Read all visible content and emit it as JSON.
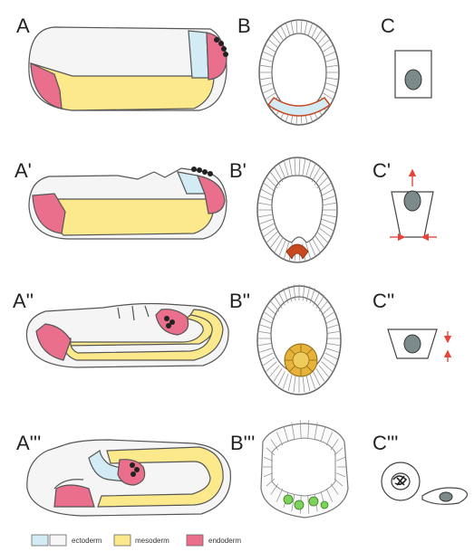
{
  "panel_labels": {
    "A": "A",
    "A1": "A'",
    "A2": "A''",
    "A3": "A'''",
    "B": "B",
    "B1": "B'",
    "B2": "B''",
    "B3": "B'''",
    "C": "C",
    "C1": "C'",
    "C2": "C''",
    "C3": "C'''"
  },
  "legend": {
    "ectoderm": "ectoderm",
    "mesoderm": "mesoderm",
    "endoderm": "endoderm"
  },
  "colors": {
    "ectoderm": "#d3ebf4",
    "mesoderm": "#fbe98b",
    "endoderm": "#ea6f8c",
    "arrow": "#e8443a",
    "nucleus": "#7d8a8c",
    "yolk": "#f4f4f4",
    "invaginating_cells": "#c9471f",
    "midgut_cells": "#e6b23a",
    "green_cells": "#7dd35a"
  }
}
